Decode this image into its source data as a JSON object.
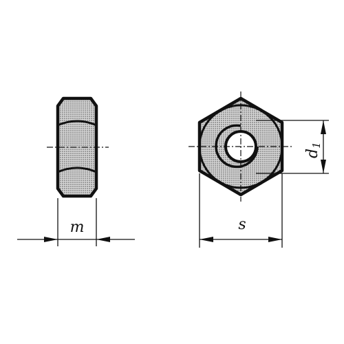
{
  "dimensions": {
    "thickness_label": "m",
    "across_flats_label": "s",
    "thread_label_base": "d",
    "thread_label_sub": "1"
  },
  "colors": {
    "ink": "#111111",
    "fill_shade": "#c8c8c8",
    "background": "#ffffff"
  }
}
